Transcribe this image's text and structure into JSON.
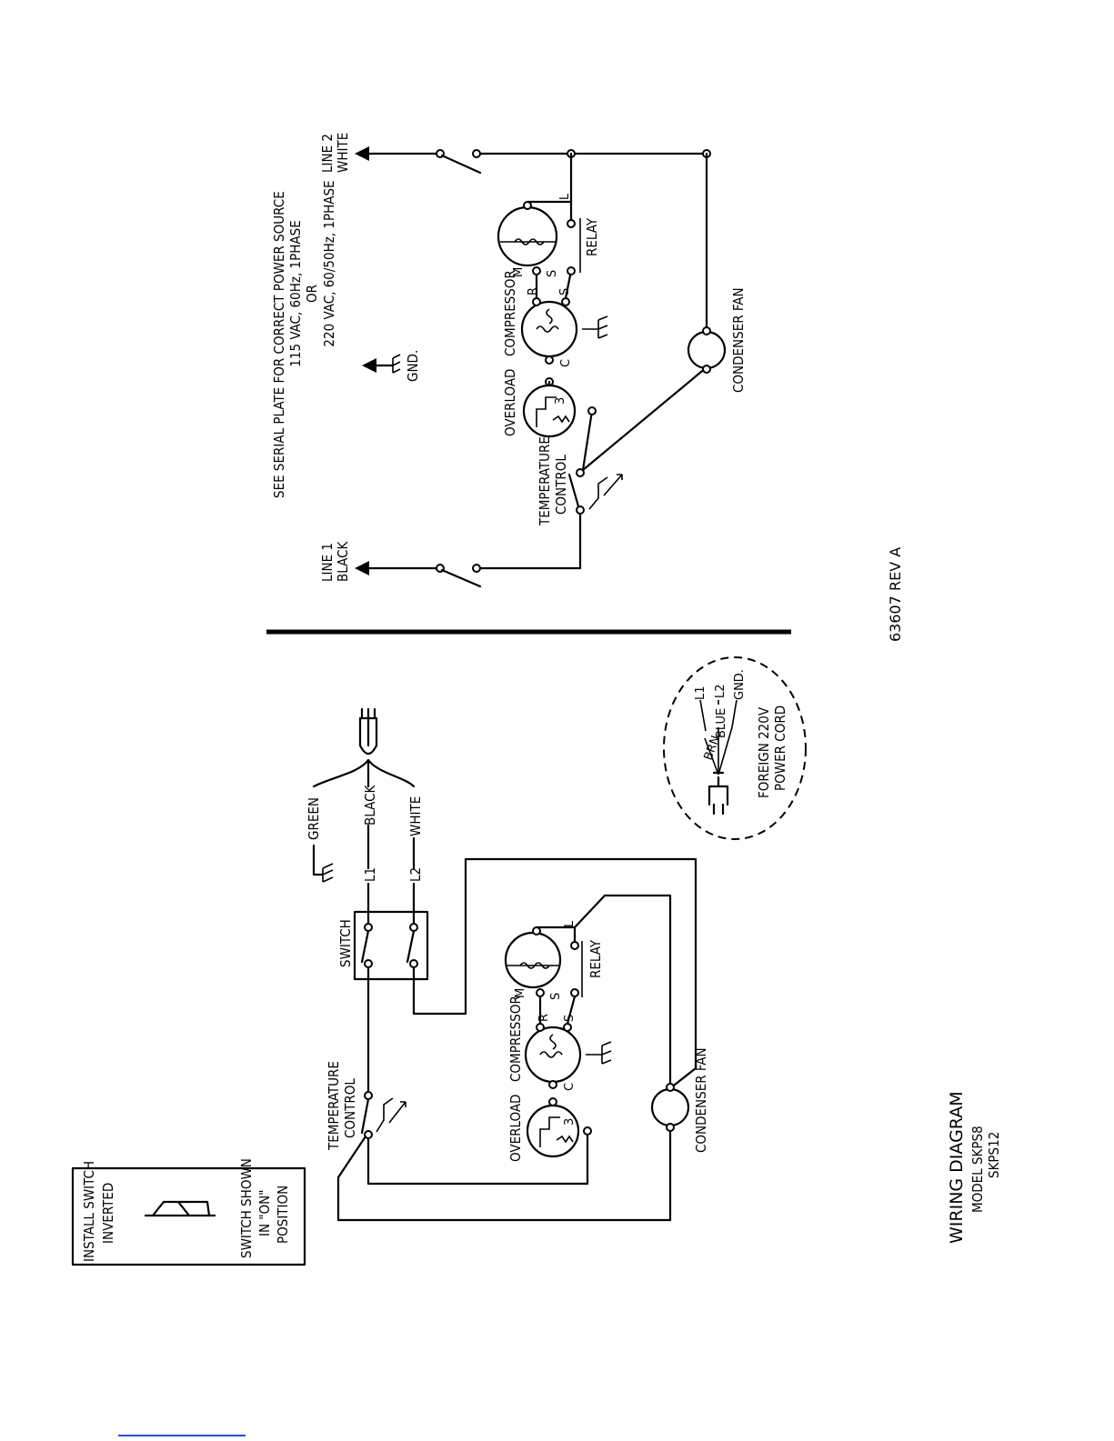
{
  "upper": {
    "note": {
      "line1": "SEE SERIAL PLATE FOR CORRECT POWER SOURCE",
      "line2": "115 VAC, 60Hz, 1PHASE",
      "line3": "OR",
      "line4": "220 VAC, 60/50Hz, 1PHASE"
    },
    "gnd": "GND.",
    "line1": {
      "name": "LINE 1",
      "color": "BLACK"
    },
    "line2": {
      "name": "LINE 2",
      "color": "WHITE"
    },
    "temperature_control": {
      "l1": "TEMPERATURE",
      "l2": "CONTROL"
    },
    "overload": "OVERLOAD",
    "compressor": "COMPRESSOR",
    "relay": "RELAY",
    "condenser_fan": "CONDENSER FAN",
    "terminals": {
      "m": "M",
      "r": "R",
      "s": "S",
      "s2": "S",
      "c": "C",
      "l": "L",
      "three": "3"
    }
  },
  "revision": "63607 REV A",
  "lower": {
    "install_box": {
      "l1": "INSTALL SWITCH",
      "l2": "INVERTED",
      "l3": "SWITCH SHOWN",
      "l4": "IN \"ON\"",
      "l5": "POSITION"
    },
    "cord": {
      "green": "GREEN",
      "black": "BLACK",
      "white": "WHITE",
      "l1": "L1",
      "l2": "L2"
    },
    "switch": "SWITCH",
    "temperature_control": {
      "l1": "TEMPERATURE",
      "l2": "CONTROL"
    },
    "overload": "OVERLOAD",
    "compressor": "COMPRESSOR",
    "relay": "RELAY",
    "condenser_fan": "CONDENSER FAN",
    "terminals": {
      "m": "M",
      "r": "R",
      "s": "S",
      "s2": "S",
      "c": "C",
      "l": "L",
      "three": "3"
    },
    "foreign": {
      "brn": "BRN.",
      "blue": "BLUE",
      "l1": "L1",
      "l2": "L2",
      "gnd": "GND.",
      "title1": "FOREIGN 220V",
      "title2": "POWER CORD"
    }
  },
  "title": {
    "main": "WIRING DIAGRAM",
    "model1": "MODEL SKPS8",
    "model2": "SKPS12"
  }
}
